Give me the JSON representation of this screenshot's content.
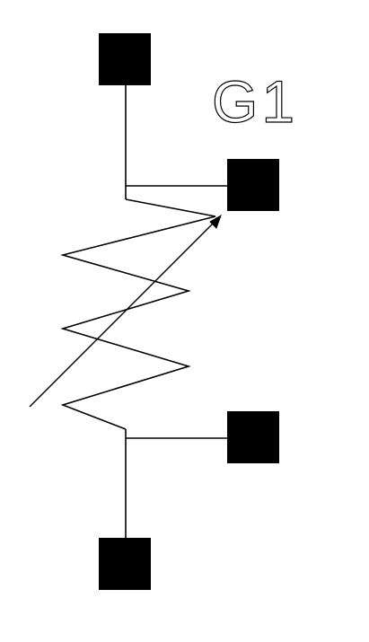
{
  "component": {
    "reference": "G1",
    "symbol": "variable-resistor",
    "pins": [
      "pin-1",
      "pin-2",
      "pin-3",
      "pin-4"
    ]
  },
  "colors": {
    "background": "#ffffff",
    "stroke": "#000000",
    "pad": "#000000"
  }
}
